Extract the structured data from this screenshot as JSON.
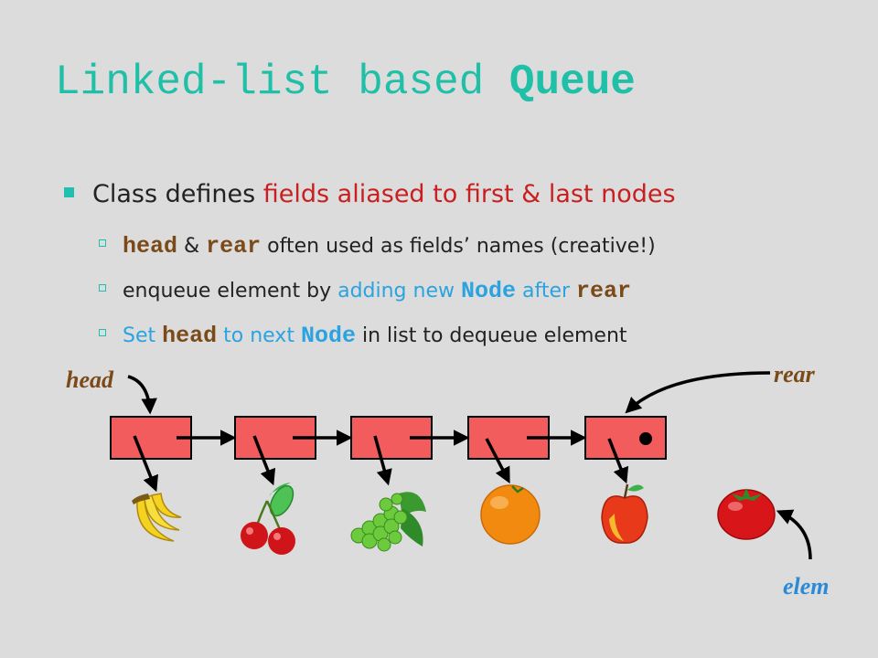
{
  "title": {
    "part1": "Linked-list based ",
    "part2": "Queue"
  },
  "bullet": {
    "text1": "Class defines ",
    "text2": "fields aliased to first & last nodes"
  },
  "sub1": {
    "code1": "head",
    "amp": " & ",
    "code2": "rear",
    "text": " often used as fields’ names (creative!)"
  },
  "sub2": {
    "text1": "enqueue element by ",
    "text2": "adding new ",
    "code1": "Node",
    "text3": " after ",
    "code2": "rear"
  },
  "sub3": {
    "text1": "Set ",
    "code1": "head",
    "text2": " to next ",
    "code2": "Node",
    "text3": " in list to dequeue element"
  },
  "labels": {
    "head": "head",
    "rear": "rear",
    "elem": "elem"
  },
  "nodes": [
    "node-1",
    "node-2",
    "node-3",
    "node-4",
    "node-5"
  ],
  "fruits": [
    "banana-icon",
    "cherries-icon",
    "grapes-icon",
    "orange-icon",
    "apple-icon",
    "tomato-icon"
  ],
  "colors": {
    "title": "#20c0a8",
    "highlight_red": "#c82020",
    "highlight_blue": "#2aa3e0",
    "code_brown": "#7a4a18",
    "node_fill": "#f25c5c",
    "background": "#dcdcdc"
  }
}
